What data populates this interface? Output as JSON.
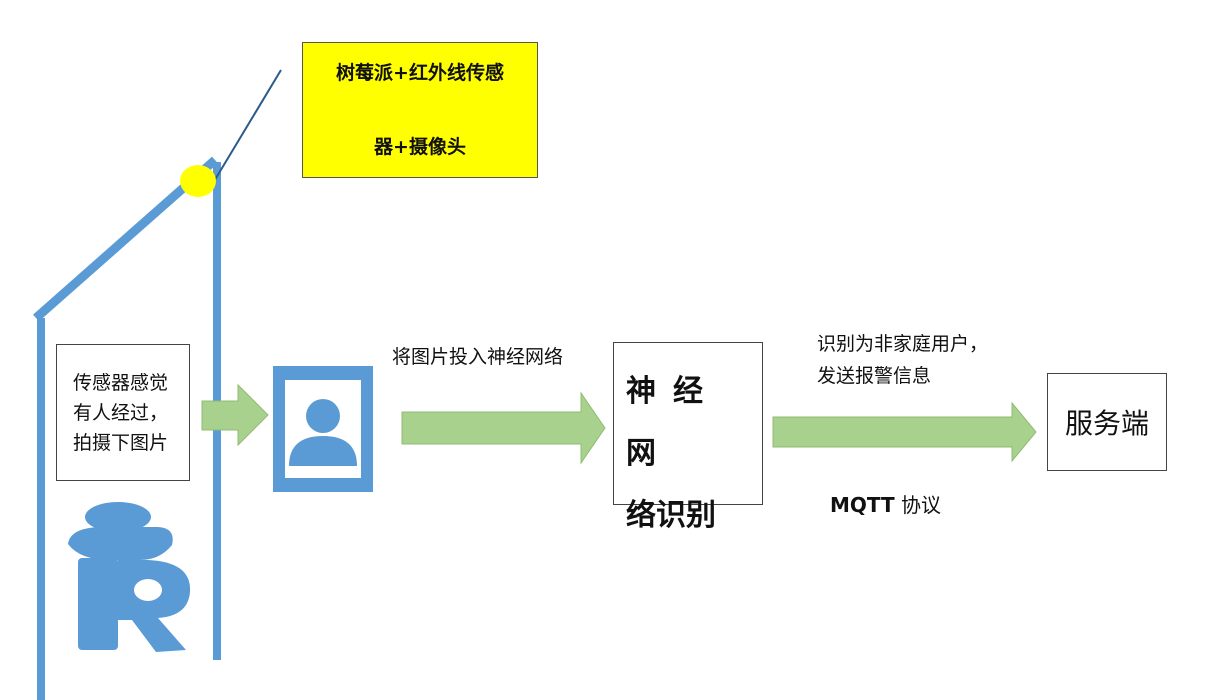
{
  "device_label": {
    "line1": "树莓派+红外线传感",
    "line2": "器+摄像头"
  },
  "sensor_label": {
    "line1": "传感器感觉",
    "line2": "有人经过，",
    "line3": "拍摄下图片"
  },
  "feed_label": "将图片投入神经网络",
  "nn_box": {
    "line1": "神经网",
    "line2": "络识别"
  },
  "alert_label": {
    "line1": "识别为非家庭用户，",
    "line2": "发送报警信息"
  },
  "server_box": "服务端",
  "protocol_label": {
    "name": "MQTT",
    "suffix": " 协议"
  },
  "colors": {
    "structure_blue": "#5b9bd5",
    "arrow_green": "#a9d18e",
    "highlight_yellow": "#ffff00",
    "sensor_dot": "#ffff00"
  },
  "icons": [
    "photo-person-icon",
    "person-r-figure-icon",
    "sensor-dot-icon"
  ]
}
